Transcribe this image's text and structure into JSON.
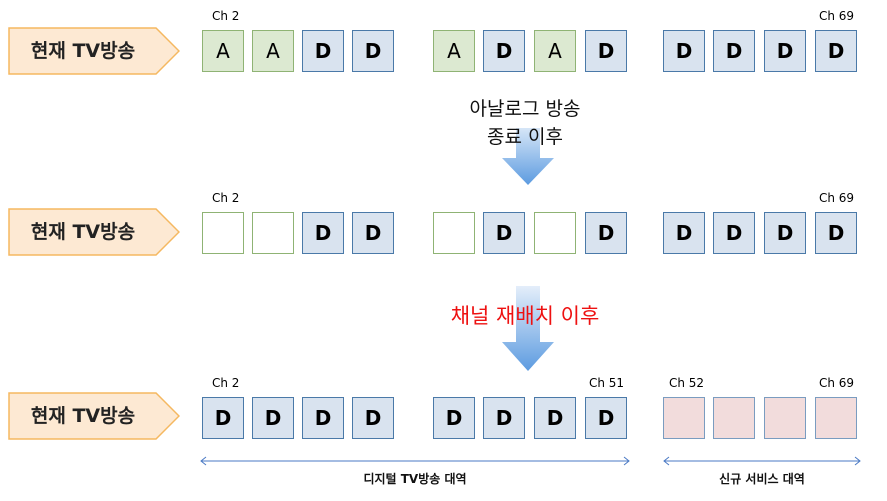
{
  "rows": [
    {
      "label": "현재 TV방송",
      "ch_start": "Ch 2",
      "ch_end": "Ch 69",
      "group1": [
        "A",
        "A",
        "D",
        "D"
      ],
      "group2": [
        "A",
        "D",
        "A",
        "D"
      ],
      "group3": [
        "D",
        "D",
        "D",
        "D"
      ]
    },
    {
      "label": "현재 TV방송",
      "ch_start": "Ch 2",
      "ch_end": "Ch 69",
      "group1": [
        "",
        "",
        "D",
        "D"
      ],
      "group2": [
        "",
        "D",
        "",
        "D"
      ],
      "group3": [
        "D",
        "D",
        "D",
        "D"
      ]
    },
    {
      "label": "현재 TV방송",
      "ch_start": "Ch 2",
      "ch_mid_end": "Ch 51",
      "ch_mid_start": "Ch 52",
      "ch_end": "Ch 69",
      "group1": [
        "D",
        "D",
        "D",
        "D"
      ],
      "group2": [
        "D",
        "D",
        "D",
        "D"
      ],
      "group3": [
        "",
        "",
        "",
        ""
      ]
    }
  ],
  "step1_line1": "아날로그 방송",
  "step1_line2": "종료 이후",
  "step2": "채널 재배치 이후",
  "range_digital": "디지털 TV방송 대역",
  "range_new": "신규 서비스 대역",
  "colors": {
    "analog_fill": "#dce9d1",
    "digital_fill": "#d9e3ef",
    "new_service_fill": "#f2dcdc",
    "label_fill": "#fde9d3",
    "label_border": "#f5b860",
    "arrow": "#6fa6e0",
    "step2_text": "#ee1111"
  }
}
